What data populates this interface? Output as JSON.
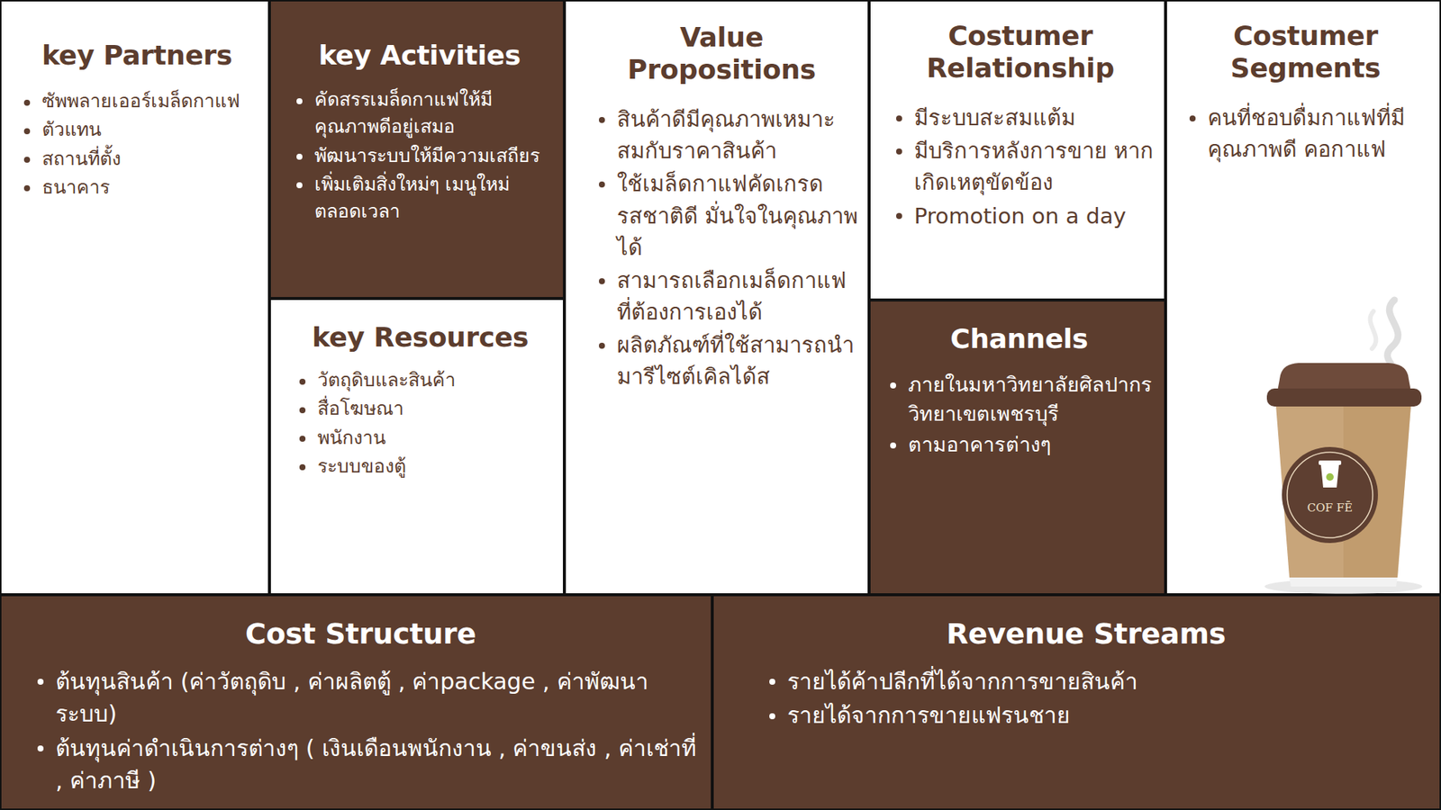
{
  "diagram": {
    "nodes": [
      {
        "text": [
          "key Partners",
          "ซัพพลายเออร์เมล็ดกาแฟ",
          "ตัวแทน",
          "สถานที่ตั้ง",
          "ธนาคาร"
        ]
      },
      {
        "text": [
          "key Activities",
          "คัดสรรเมล็ดกาแฟให้มี คุณภาพดีอยู่เสมอ",
          "พัฒนาระบบให้มีความเสถียร",
          "เพิ่มเติมสิ่งใหม่ๆ เมนูใหม่ ตลอดเวลา"
        ]
      },
      {
        "text": [
          "key Resources",
          "วัตถุดิบและสินค้า",
          "สื่อโฆษณา",
          "พนักงาน",
          "ระบบของตู้"
        ]
      },
      {
        "text": [
          "Value Propositions",
          "สินค้าดีมีคุณภาพเหมาะ สมกับราคาสินค้า",
          "ใช้เมล็ดกาแฟคัดเกรด รสชาติดี มั่นใจในคุณภาพได้",
          "สามารถเลือกเมล็ดกาแฟ ที่ต้องการเองได้",
          "ผลิตภัณฑ์ที่ใช้สามารถนำ มารีไซต์เคิลได้ส"
        ]
      },
      {
        "text": [
          "Costumer Relationship",
          "มีระบบสะสมแต้ม",
          "มีบริการหลังการขาย หากเกิดเหตุขัดข้อง",
          "Promotion on a day"
        ]
      },
      {
        "text": [
          "Channels",
          "ภายในมหาวิทยาลัยศิลปากร วิทยาเขตเพชรบุรี",
          "ตามอาคารต่างๆ"
        ]
      },
      {
        "text": [
          "Costumer Segments",
          "คนที่ชอบดื่มกาแฟที่มี คุณภาพดี คอกาแฟ"
        ]
      },
      {
        "text": [
          "Cost Structure",
          "ต้นทุนสินค้า (ค่าวัตถุดิบ , ค่าผลิตตู้ , ค่าpackage , ค่าพัฒนาระบบ)",
          "ต้นทุนค่าดำเนินการต่างๆ ( เงินเดือนพนักงาน , ค่าขนส่ง , ค่าเช่าที่ , ค่าภาษี )"
        ]
      },
      {
        "text": [
          "Revenue Streams",
          "รายได้ค้าปลีกที่ได้จากการขายสินค้า",
          "รายได้จากการขายแฟรนชาย"
        ]
      }
    ],
    "labels": [
      "COF FĒ"
    ]
  }
}
